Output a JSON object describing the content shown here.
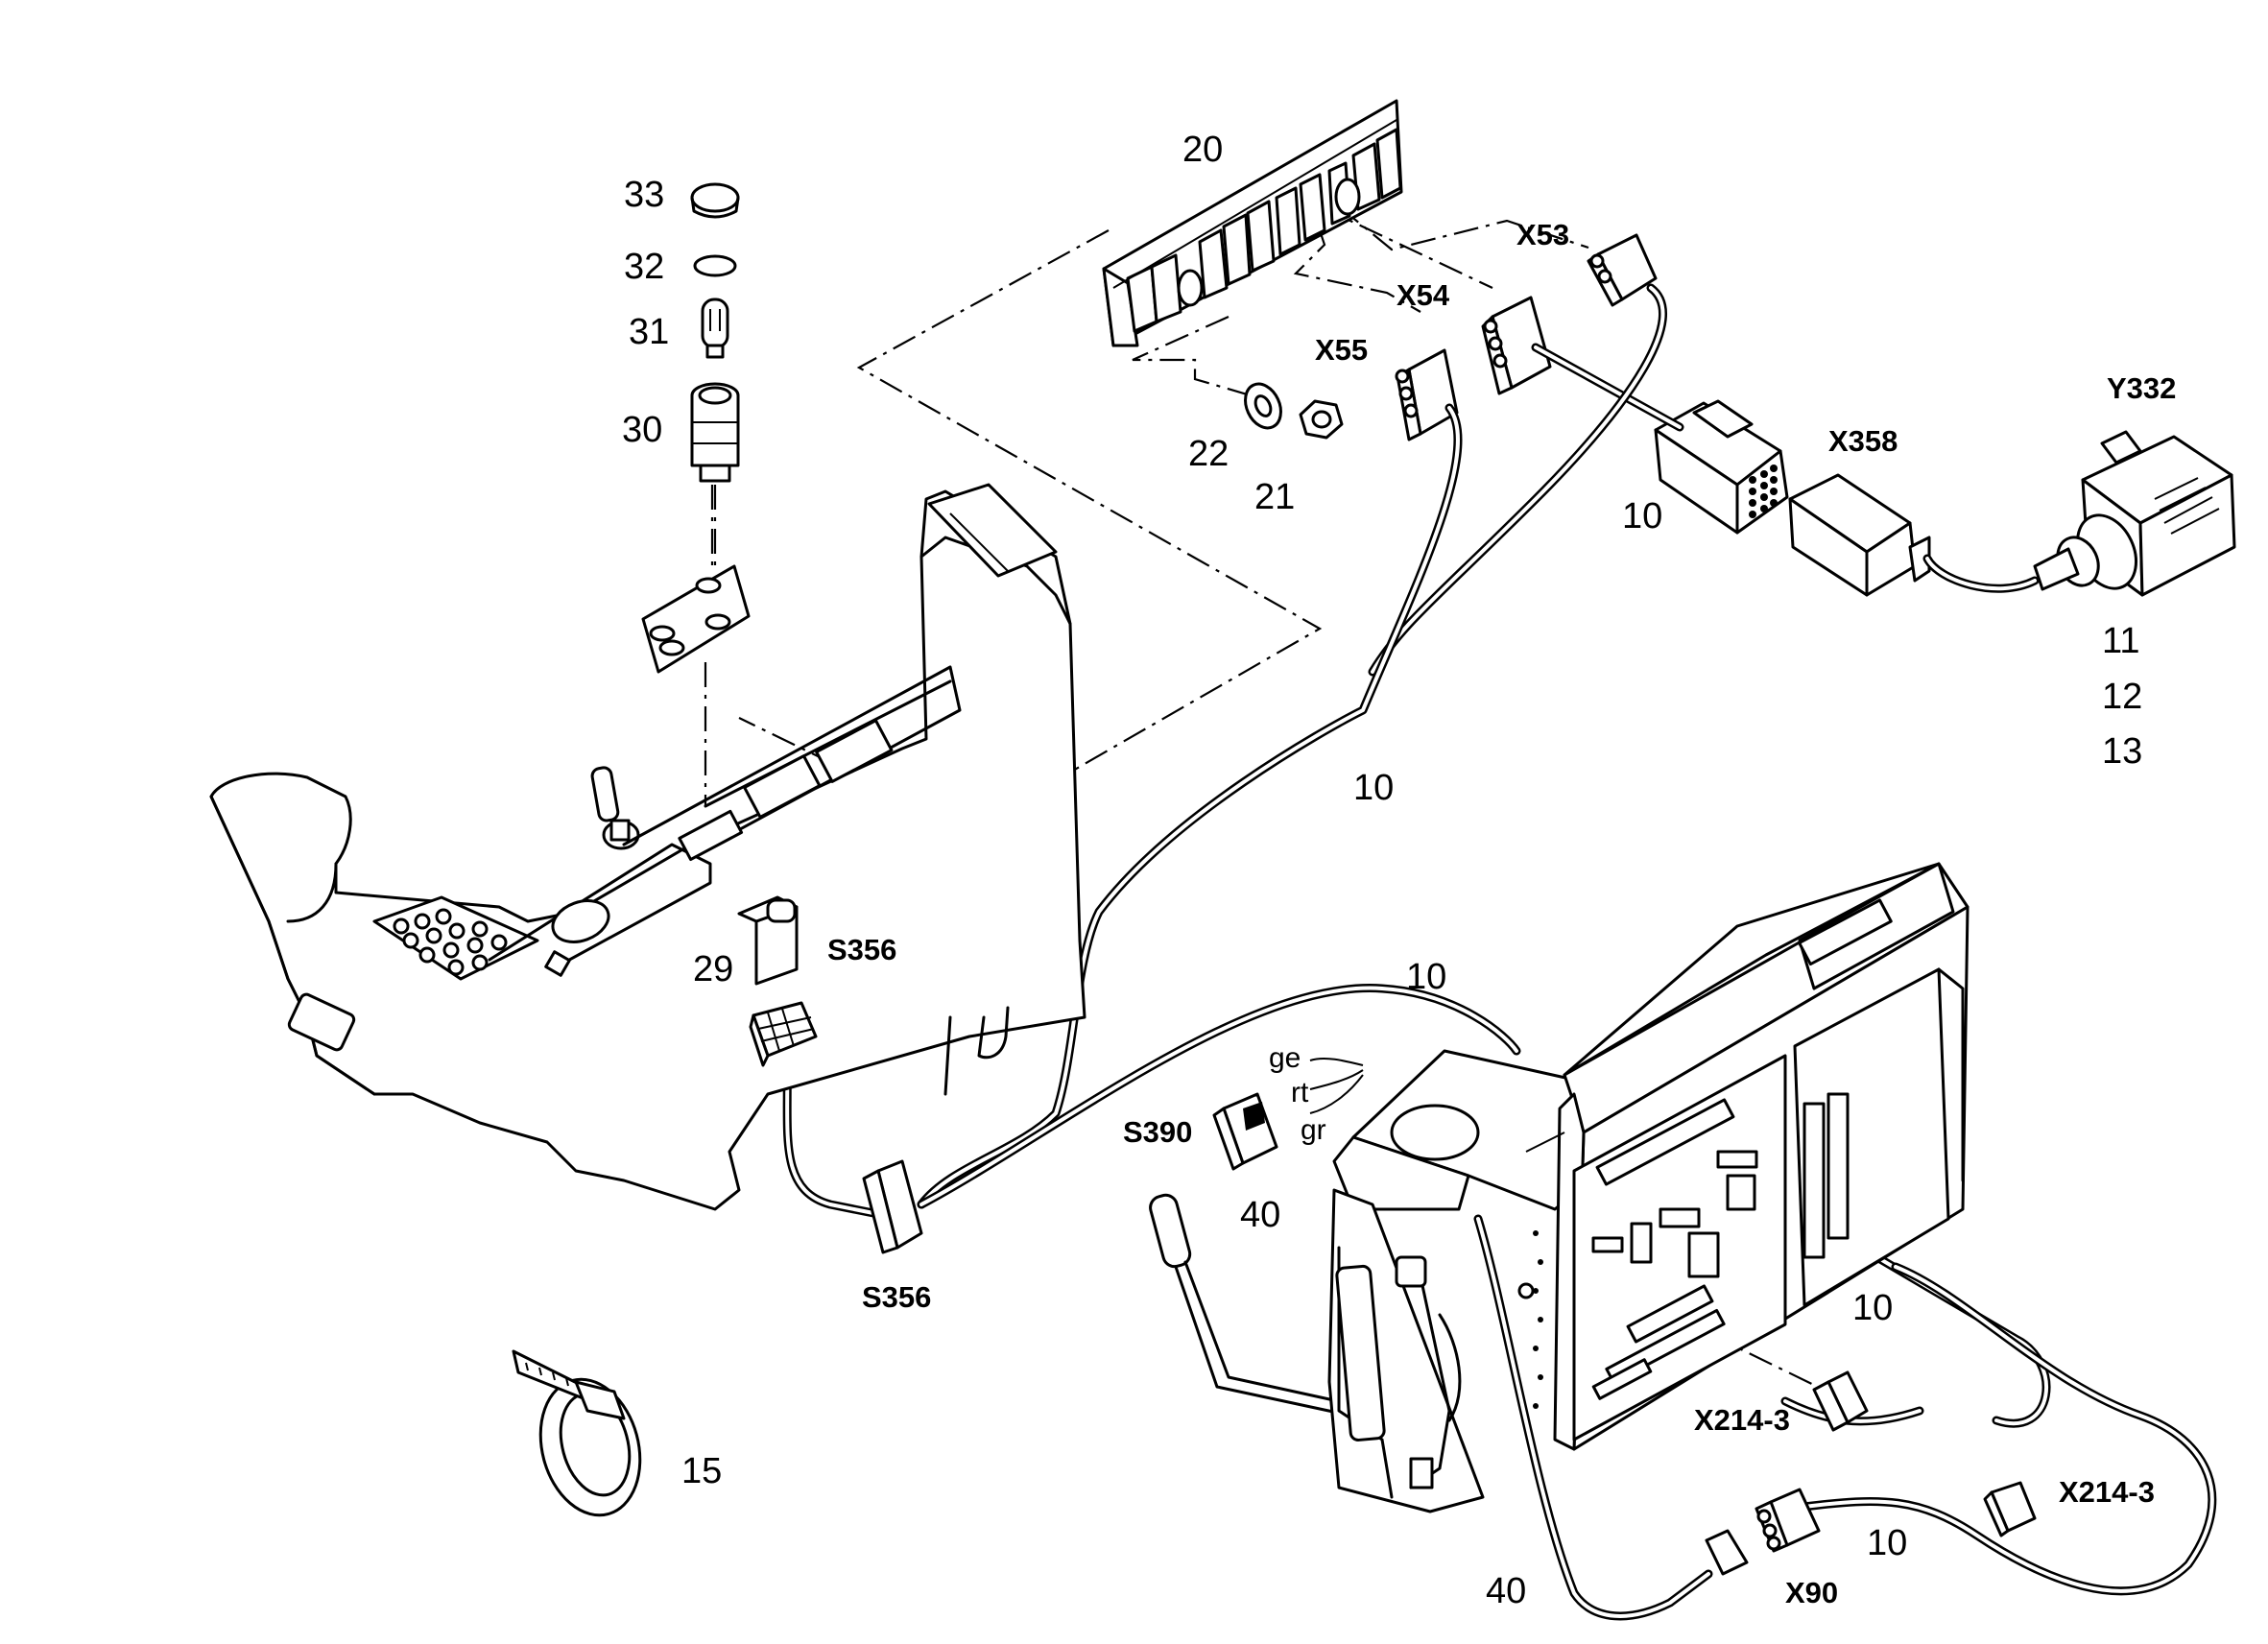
{
  "labels": {
    "l20": "20",
    "l33": "33",
    "l32": "32",
    "l31": "31",
    "l30": "30",
    "l22": "22",
    "l21": "21",
    "lx53": "X53",
    "lx54": "X54",
    "lx55": "X55",
    "lx358": "X358",
    "ly332": "Y332",
    "l10_top": "10",
    "l11": "11",
    "l12": "12",
    "l13": "13",
    "l10_mid": "10",
    "l29": "29",
    "ls356_top": "S356",
    "ls356_bottom": "S356",
    "l10_center": "10",
    "lge": "ge",
    "lrt": "rt",
    "lgr": "gr",
    "ls390": "S390",
    "l40_switch": "40",
    "l10_right": "10",
    "lx214_3_a": "X214-3",
    "lx214_3_b": "X214-3",
    "l10_bottom": "10",
    "lx90": "X90",
    "l40_bottom": "40",
    "l15": "15"
  }
}
